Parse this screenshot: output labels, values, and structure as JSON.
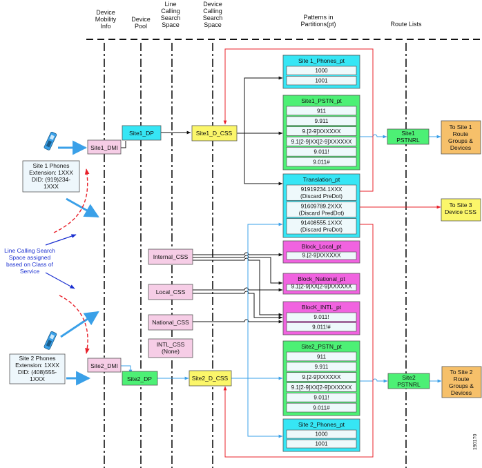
{
  "columns": {
    "device_mobility": [
      "Device",
      "Mobility",
      "Info"
    ],
    "device_pool": [
      "Device",
      "Pool"
    ],
    "line_css": [
      "Line",
      "Calling",
      "Search",
      "Space"
    ],
    "device_css": [
      "Device",
      "Calling",
      "Search",
      "Space"
    ],
    "patterns": [
      "Patterns in",
      "Partitions(pt)"
    ],
    "route_lists": [
      "Route Lists"
    ]
  },
  "site1_phones": {
    "lines": [
      "Site 1 Phones",
      "Extension: 1XXX",
      "DID: (919)234-",
      "1XXX"
    ]
  },
  "site2_phones": {
    "lines": [
      "Site 2 Phones",
      "Extension: 1XXX",
      "DID: (408)555-",
      "1XXX"
    ]
  },
  "line_css_note": {
    "lines": [
      "Line Calling Search",
      "Space assigned",
      "based on Class of",
      "Service"
    ]
  },
  "dmi": {
    "site1": "Site1_DMI",
    "site2": "Site2_DMI"
  },
  "device_pools": {
    "site1": "Site1_DP",
    "site2": "Site2_DP"
  },
  "device_css": {
    "site1": "Site1_D_CSS",
    "site2": "Site2_D_CSS"
  },
  "line_css": {
    "internal": "Internal_CSS",
    "local": "Local_CSS",
    "national": "National_CSS",
    "intl": [
      "INTL_CSS",
      "(None)"
    ]
  },
  "partitions": {
    "site1_phones": {
      "title": "Site 1_Phones_pt",
      "patterns": [
        "1000",
        "1001"
      ]
    },
    "site1_pstn": {
      "title": "Site1_PSTN_pt",
      "patterns": [
        "911",
        "9.911",
        "9.[2-9]XXXXXX",
        "9.1[2-9]XX[2-9]XXXXXX",
        "9.011!",
        "9.011#"
      ]
    },
    "translation": {
      "title": "Translation_pt",
      "patterns": [
        [
          "91919234.1XXX",
          "(Discard PreDot)"
        ],
        [
          "91609789.2XXX",
          "(Discard PredDot)"
        ],
        [
          "91408555.1XXX",
          "(Discard PreDot)"
        ]
      ]
    },
    "block_local": {
      "title": "Block_Local_pt",
      "patterns": [
        "9.[2-9]XXXXXX"
      ]
    },
    "block_national": {
      "title": "Block_National_pt",
      "patterns": [
        "9.1[2-9]XX[2-9]XXXXXX"
      ]
    },
    "block_intl": {
      "title": "BlocK_INTL_pt",
      "patterns": [
        "9.011!",
        "9.011!#"
      ]
    },
    "site2_pstn": {
      "title": "Site2_PSTN_pt",
      "patterns": [
        "911",
        "9.911",
        "9.[2-9]XXXXXX",
        "9.1[2-9]XX[2-9]XXXXXX",
        "9.011!",
        "9.011#"
      ]
    },
    "site2_phones": {
      "title": "Site 2_Phones_pt",
      "patterns": [
        "1000",
        "1001"
      ]
    }
  },
  "route_lists": {
    "site1": [
      "Site1",
      "PSTNRL"
    ],
    "site2": [
      "Site2",
      "PSTNRL"
    ]
  },
  "destinations": {
    "site1": [
      "To Site 1",
      "Route",
      "Groups &",
      "Devices"
    ],
    "site3": [
      "To Site 3",
      "Device CSS"
    ],
    "site2": [
      "To Site 2",
      "Route",
      "Groups &",
      "Devices"
    ]
  },
  "figure_id": "190170",
  "colors": {
    "cyan": "#36e6f5",
    "green": "#4df075",
    "yellow": "#fbf66a",
    "pink": "#f6cde6",
    "magenta": "#f163e0",
    "orange": "#f6c06a",
    "blue_arrow": "#3aa0e8",
    "red_line": "#e8202a"
  }
}
